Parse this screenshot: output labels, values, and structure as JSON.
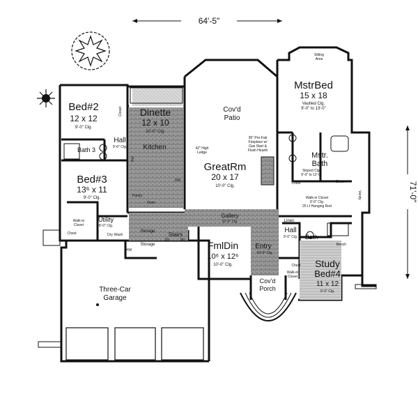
{
  "dimensions": {
    "width": "64'-5\"",
    "depth": "71'-0\""
  },
  "rooms": {
    "bed2": {
      "name": "Bed#2",
      "size": "12 x 12",
      "ceiling": "9'-0\" Clg."
    },
    "dinette": {
      "name": "Dinette",
      "size": "12 x 10",
      "ceiling": "10'-0\" Clg."
    },
    "patio": {
      "name": "Cov'd",
      "name2": "Patio"
    },
    "mstrbed": {
      "name": "MstrBed",
      "size": "15 x 18",
      "ceiling": "Vaulted Clg.",
      "ceiling2": "9'-0\" to 13'-0\""
    },
    "sitting": {
      "name": "Sitting",
      "name2": "Area"
    },
    "hall_left": {
      "name": "Hall",
      "ceiling": "9'-0\" Clg."
    },
    "bath3": {
      "name": "Bath 3"
    },
    "kitchen": {
      "name": "Kitchen"
    },
    "ledge": {
      "line1": "42\" High",
      "line2": "Ledge"
    },
    "fireplace": {
      "line1": "36\" Pre-Fab",
      "line2": "Fireplace w/",
      "line3": "Gas Start &",
      "line4": "Flush Hearth"
    },
    "greatrm": {
      "name": "GreatRm",
      "size": "20 x 17",
      "ceiling": "10'-0\" Clg."
    },
    "mstrbath": {
      "name": "Mstr.",
      "name2": "Bath",
      "ceiling": "Sloped Clg.",
      "ceiling2": "9'-0\" to 12'-0\""
    },
    "bed3": {
      "name": "Bed#3",
      "size": "13⁶ x 11",
      "ceiling": "9'-0\" Clg."
    },
    "walkin_master": {
      "line1": "Walk-in Closet",
      "line2": "9'-0\" Clg.",
      "line3": "25 Lf Hanging Rod"
    },
    "utility": {
      "name": "Utility",
      "ceiling": "8'-0\" Clg."
    },
    "walkin_left": {
      "line1": "Walk-in",
      "line2": "Closet"
    },
    "gallery": {
      "name": "Gallery",
      "ceiling": "10'-0\" Clg."
    },
    "storage": {
      "name": "Storage"
    },
    "stairs": {
      "name": "Stairs"
    },
    "fmldin": {
      "name": "FmlDin",
      "size": "10⁶ x 12⁶",
      "ceiling": "10'-0\" Clg."
    },
    "entry": {
      "name": "Entry",
      "ceiling": "10'-0\" Clg."
    },
    "hall_right": {
      "name": "Hall",
      "ceiling": "9'-0\" Clg."
    },
    "bath_right": {
      "name": "Bath"
    },
    "study": {
      "name": "Study",
      "name2": "Bed#4",
      "size": "11 x 12",
      "ceiling": "9'-0\" Clg."
    },
    "walkin_right": {
      "line1": "Walk-in",
      "line2": "Closet"
    },
    "porch": {
      "name": "Cov'd",
      "name2": "Porch"
    },
    "garage": {
      "name": "Three-Car",
      "name2": "Garage"
    },
    "linen": {
      "name": "Linen"
    }
  },
  "small_labels": {
    "closet": "Closet",
    "chest": "Chest",
    "dw": "DW",
    "ref": "Ref",
    "pantry": "Pantry",
    "dry": "Dry",
    "wash": "Wash",
    "hw": "HW",
    "oven": "Oven",
    "dn": "Dn",
    "up": "Up",
    "vanity": "Vanity",
    "shwr": "Shwr.",
    "bench": "Bench"
  }
}
